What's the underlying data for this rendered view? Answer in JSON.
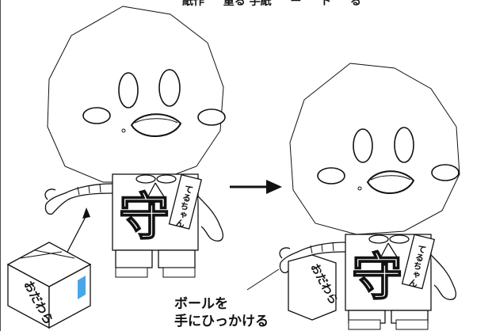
{
  "top_caption": "紙作 　 重る 手紙 　 ー 　 ト 　 る",
  "left_figure": {
    "chest_kanji": "守",
    "tag_text": "てるちゃん",
    "box_text": "おだわら"
  },
  "right_figure": {
    "chest_kanji": "守",
    "tag_text": "てるちゃん",
    "box_text": "おだわら"
  },
  "instruction": {
    "line1": "ボールを",
    "line2": "手にひっかける"
  },
  "colors": {
    "ink": "#111111",
    "box_accent": "#4aa6e6"
  }
}
